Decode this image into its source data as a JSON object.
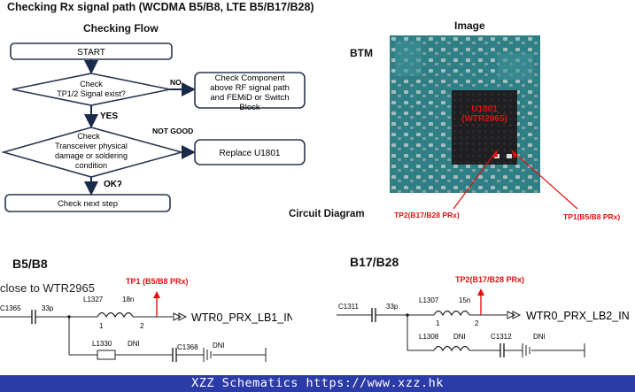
{
  "title": "Checking Rx signal path (WCDMA B5/B8, LTE B5/B17/B28)",
  "flow": {
    "heading": "Checking Flow",
    "start": "START",
    "decision1": [
      "Check",
      "TP1/2 Signal exist?"
    ],
    "no_label": "NO",
    "no_box": [
      "Check Component",
      "above RF signal path",
      "and FEMiD or Switch",
      "Block"
    ],
    "yes_label": "YES",
    "decision2": [
      "Check",
      "Transceiver physical",
      "damage or soldering",
      "condition"
    ],
    "notgood_label": "NOT GOOD",
    "replace_box": "Replace U1801",
    "ok_label": "OKʔ",
    "next_box": "Check next step"
  },
  "image_panel": {
    "heading": "Image",
    "btm_label": "BTM",
    "chip_label": [
      "U1801",
      "(WTR2965)"
    ],
    "tp2_label": "TP2(B17/B28 PRx)",
    "tp1_label": "TP1(B5/B8 PRx)",
    "circuit_diagram_label": "Circuit Diagram",
    "colors": {
      "board": "#2f7f86",
      "chip": "#1f1f22",
      "annotation": "#e01010"
    }
  },
  "schematic_b5": {
    "heading": "B5/B8",
    "close_to": "close to WTR2965",
    "tp_label": "TP1 (B5/B8 PRx)",
    "c1365": "C1365",
    "c1365_val": "33p",
    "l1327": "L1327",
    "l1327_val": "18n",
    "pin1": "1",
    "pin2": "2",
    "net": "WTR0_PRX_LB1_IN",
    "l1330": "L1330",
    "dni1": "DNI",
    "c1368": "C1368",
    "dni2": "DNI"
  },
  "schematic_b17": {
    "heading": "B17/B28",
    "tp_label": "TP2(B17/B28 PRx)",
    "c1311": "C1311",
    "c1311_val": "33p",
    "l1307": "L1307",
    "l1307_val": "15n",
    "pin1": "1",
    "pin2": "2",
    "net": "WTR0_PRX_LB2_IN",
    "l1308": "L1308",
    "dni1": "DNI",
    "c1312": "C1312",
    "dni2": "DNI"
  },
  "footer": "XZZ Schematics https://www.xzz.hk"
}
